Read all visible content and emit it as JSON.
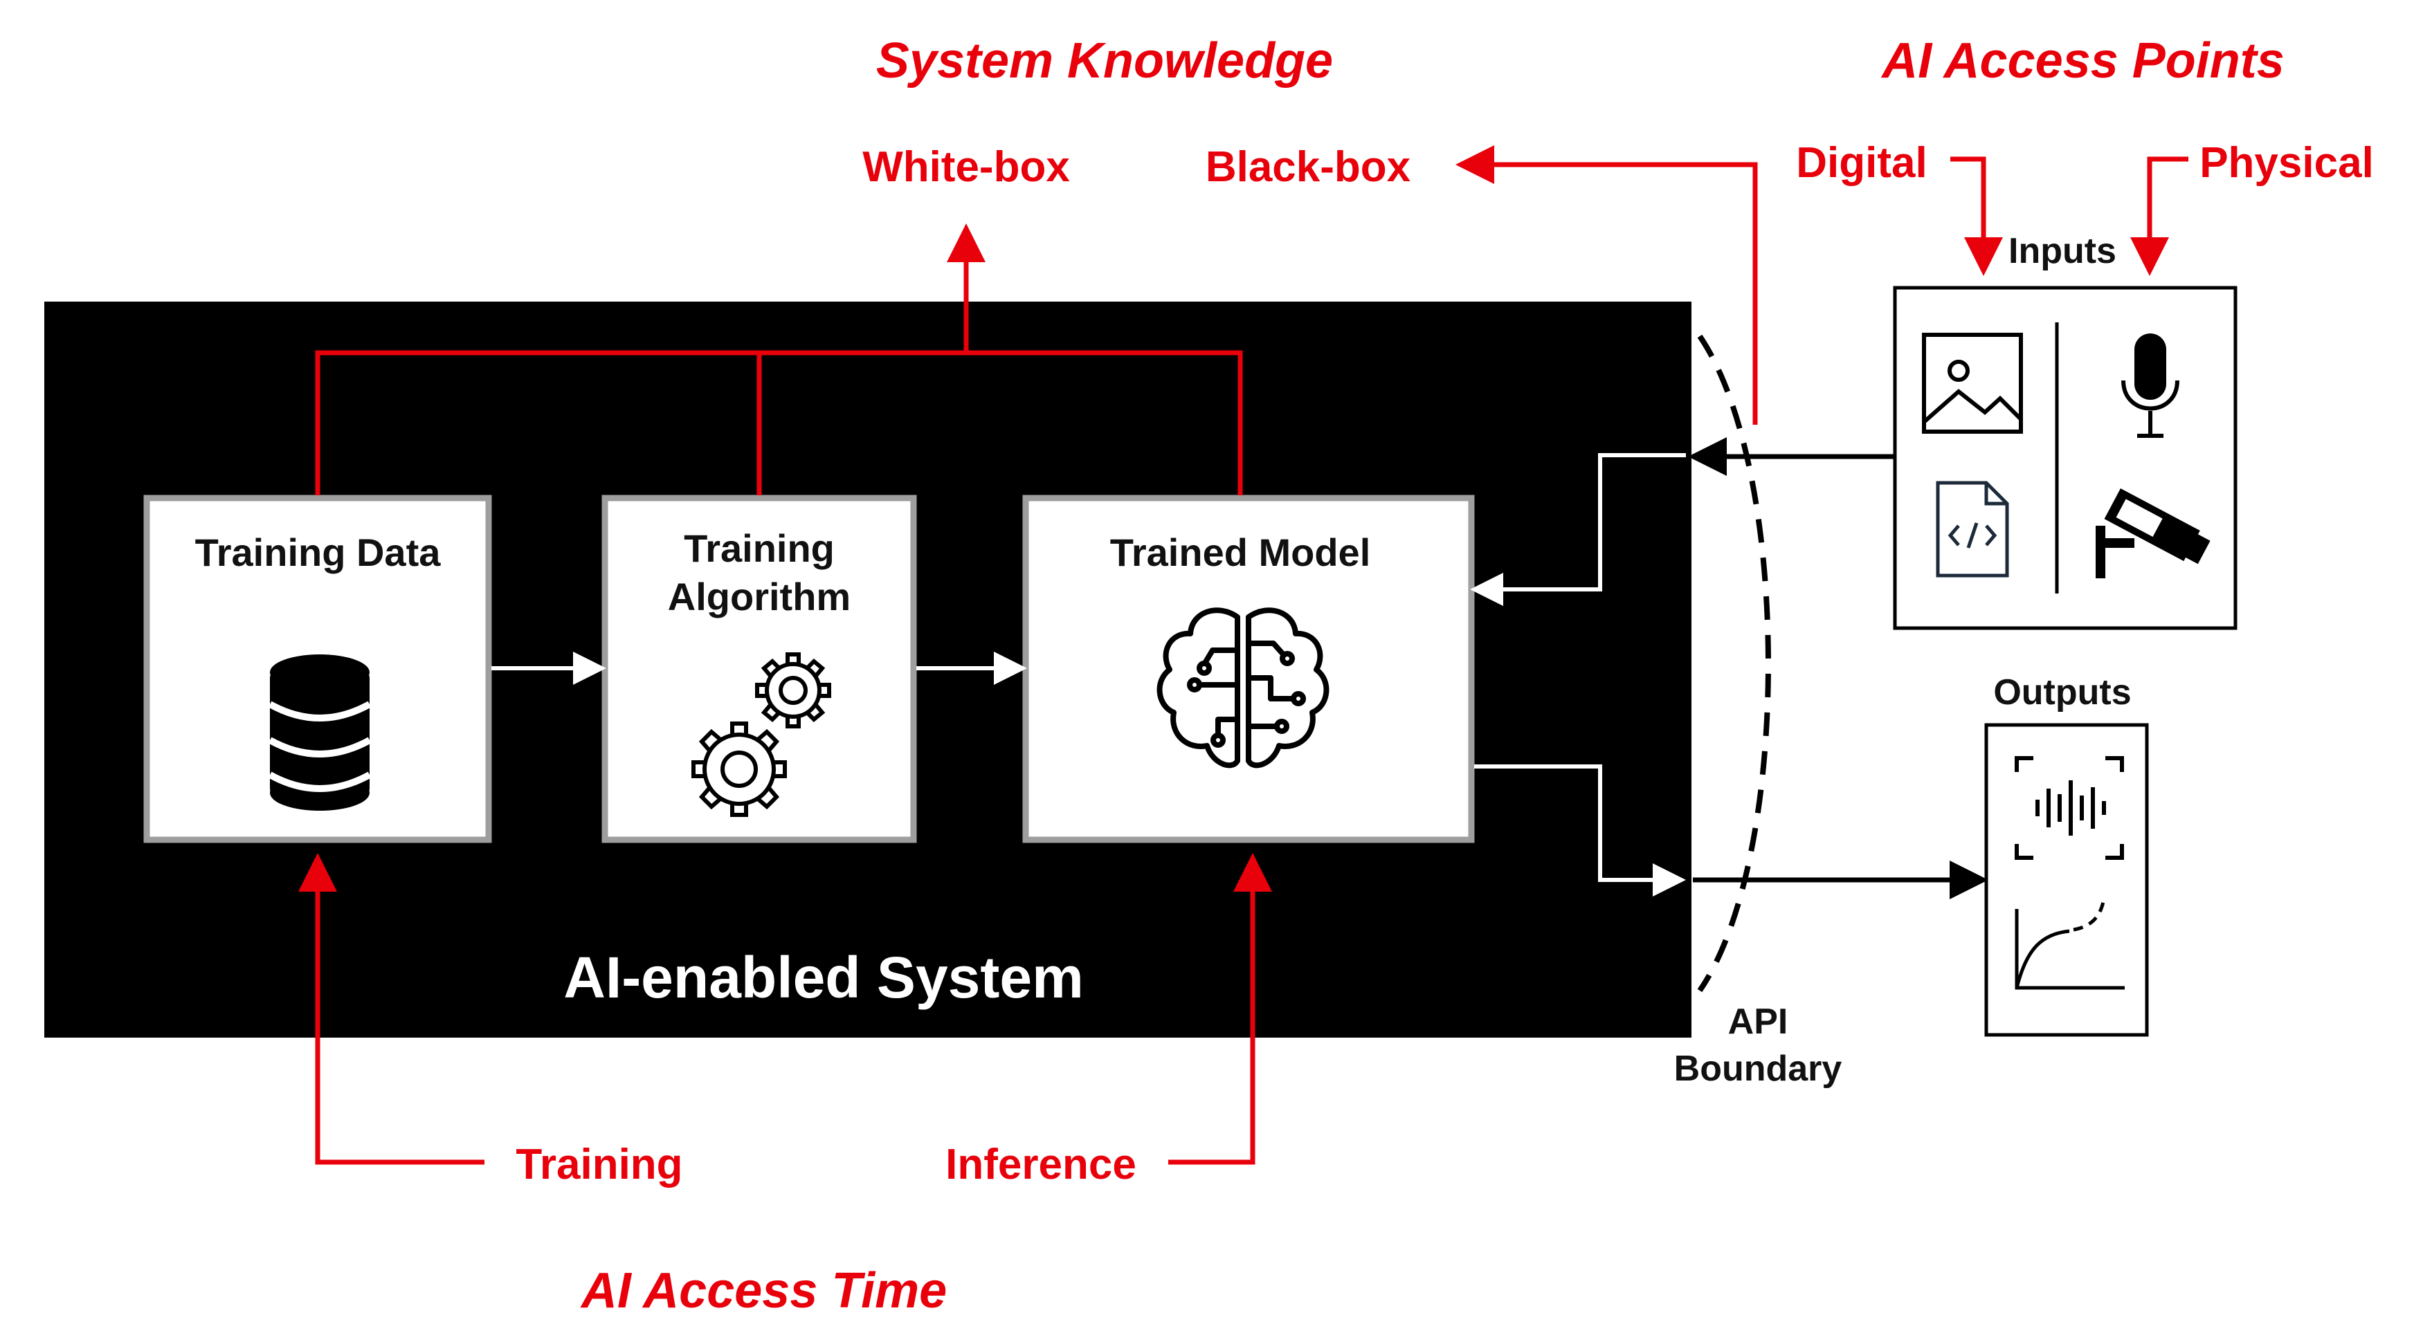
{
  "headings": {
    "system_knowledge": "System Knowledge",
    "access_points": "AI Access Points",
    "access_time": "AI Access Time"
  },
  "knowledge": {
    "white_box": "White-box",
    "black_box": "Black-box"
  },
  "access_points": {
    "digital": "Digital",
    "physical": "Physical"
  },
  "access_time": {
    "training": "Training",
    "inference": "Inference"
  },
  "system": {
    "title": "AI-enabled System",
    "training_data": "Training Data",
    "training_algorithm_line1": "Training",
    "training_algorithm_line2": "Algorithm",
    "trained_model": "Trained Model"
  },
  "io": {
    "inputs": "Inputs",
    "outputs": "Outputs",
    "api_line1": "API",
    "api_line2": "Boundary"
  },
  "icons": {
    "training_data": "database-icon",
    "training_algorithm": "gears-icon",
    "trained_model": "brain-circuit-icon",
    "image_input": "image-icon",
    "code_input": "code-file-icon",
    "audio_input": "microphone-icon",
    "camera_input": "security-camera-icon",
    "audio_output": "audio-scan-icon",
    "graph_output": "growth-curve-icon"
  },
  "colors": {
    "accent": "#e8000b",
    "system_bg": "#000000",
    "box_border": "#9e9e9e"
  }
}
